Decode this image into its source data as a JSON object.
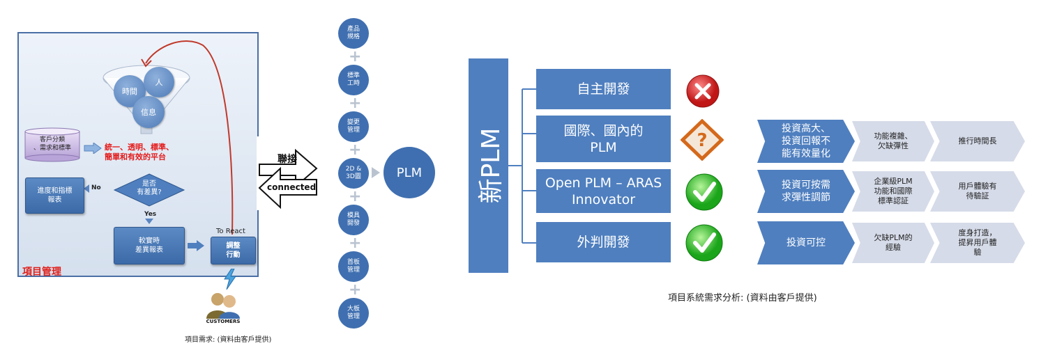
{
  "left_panel": {
    "title": "項目管理",
    "funnel_circles": [
      "時間",
      "人",
      "信息"
    ],
    "customer_db": "客戶分類\n、需求和標準",
    "platform_text": "統一、透明、標準、\n簡單和有效的平台",
    "decision": "是否\n有差異?",
    "no_label": "No",
    "yes_label": "Yes",
    "progress_box": "進度和指標\n報表",
    "compare_box": "較實時\n差異報表",
    "to_react": "To React",
    "adjust_box": "調整\n行動",
    "customers_label": "CUSTOMERS",
    "caption": "項目需求: (資料由客戶提供)"
  },
  "connector": {
    "top_label": "聯接",
    "bottom_label": "connected"
  },
  "middle_column": {
    "items": [
      "產品\n規格",
      "標準\n工時",
      "變更\n管理",
      "2D &\n3D圖",
      "模具\n開發",
      "首板\n管理",
      "大板\n管理"
    ],
    "plm": "PLM"
  },
  "right_panel": {
    "new_plm": "新PLM",
    "options": [
      {
        "label": "自主開發",
        "status": "x-icon"
      },
      {
        "label": "國際、國內的\nPLM",
        "status": "question-icon"
      },
      {
        "label": "Open PLM – ARAS\nInnovator",
        "status": "check-icon"
      },
      {
        "label": "外判開發",
        "status": "check-icon"
      }
    ],
    "chevron_rows": [
      [
        "投資高大、\n投資回報不\n能有效量化",
        "功能複雜、\n欠缺彈性",
        "推行時間長"
      ],
      [
        "投資可按需\n求彈性調節",
        "企業級PLM\n功能和國際\n標準認証",
        "用戶體驗有\n待驗証"
      ],
      [
        "投資可控",
        "欠缺PLM的\n經驗",
        "度身打造，\n提昇用戶體\n驗"
      ]
    ],
    "caption": "項目系統需求分析: (資料由客戶提供)"
  }
}
